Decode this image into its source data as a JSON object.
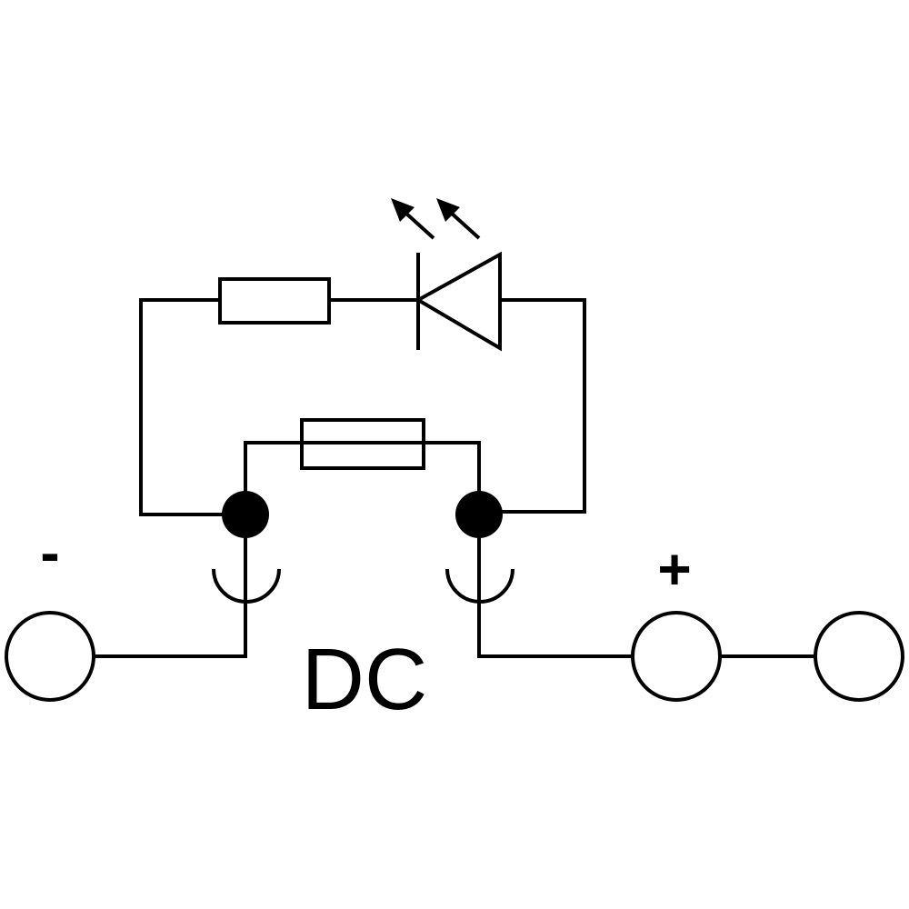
{
  "labels": {
    "negative": "-",
    "positive": "+",
    "current_type": "DC"
  },
  "components": {
    "led": "led",
    "led_resistor": "resistor",
    "fuse": "fuse",
    "terminals": [
      "terminal",
      "terminal",
      "terminal"
    ],
    "plug_contacts": [
      "plug-contact",
      "plug-contact"
    ],
    "junctions": [
      "junction",
      "junction"
    ]
  },
  "colors": {
    "line": "#000000",
    "background": "#ffffff"
  }
}
